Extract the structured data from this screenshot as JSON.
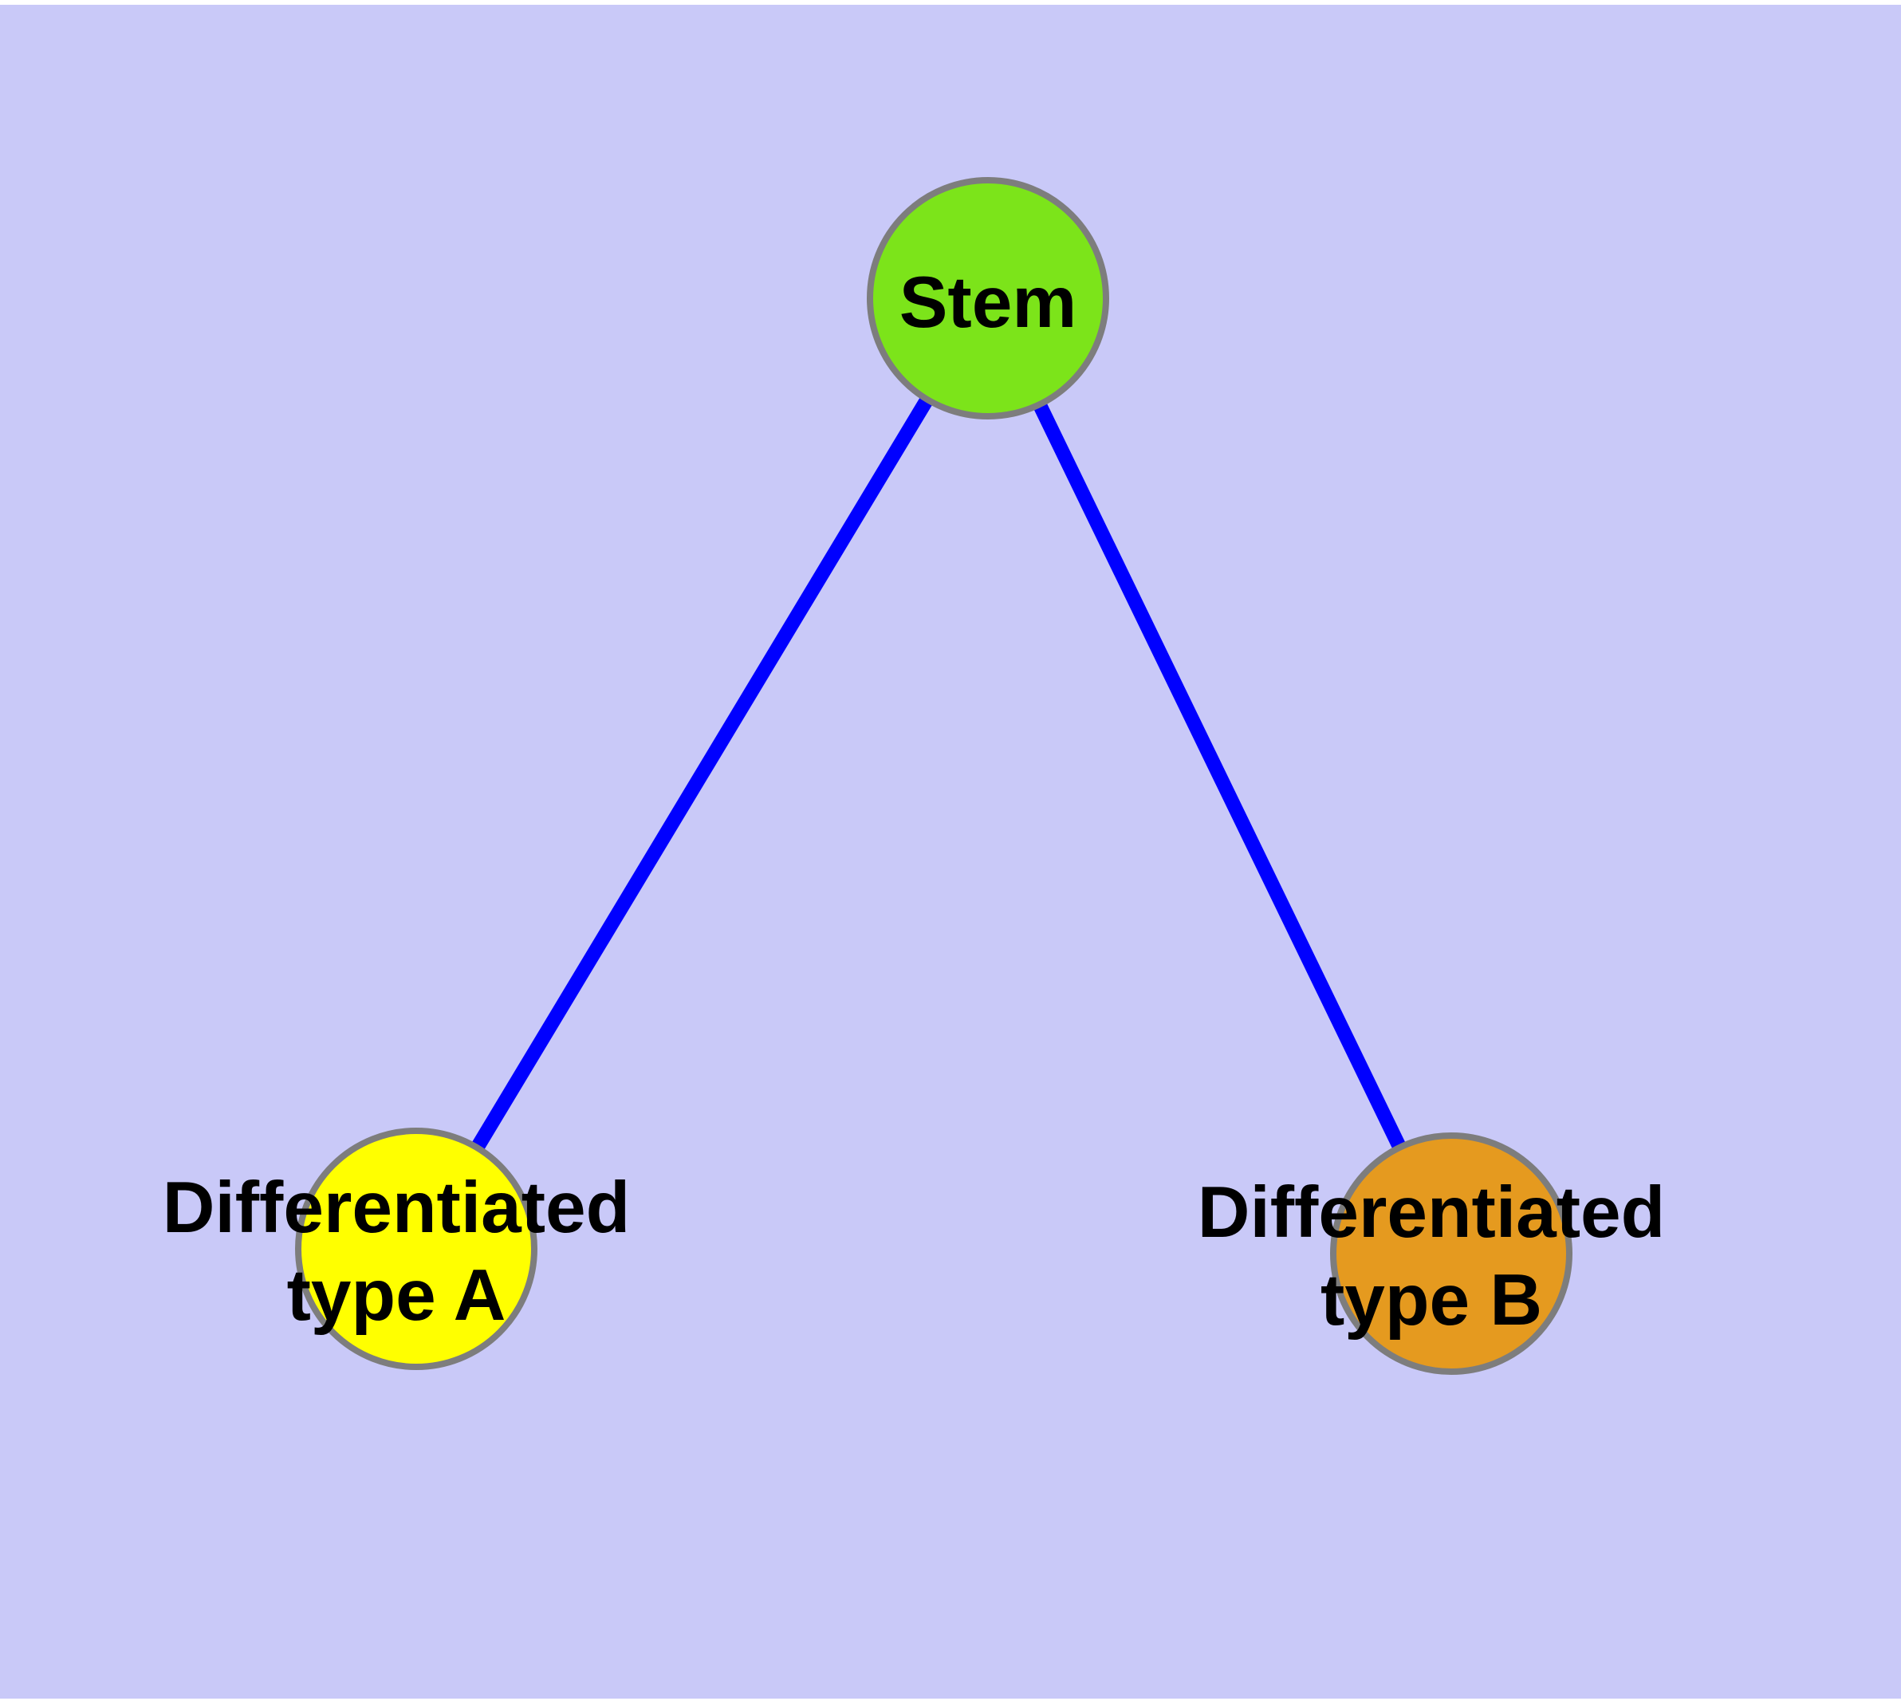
{
  "diagram": {
    "title": "",
    "background_color": "#C9C9F8",
    "node_border_color": "#7D7D7D",
    "edge_color": "#0000FF",
    "label_color": "#000000",
    "nodes": [
      {
        "id": "stem",
        "lines": [
          "Stem"
        ],
        "label": "Stem",
        "fill": "#7CE41A"
      },
      {
        "id": "differentiated-type-a",
        "lines": [
          "Differentiated",
          "type A"
        ],
        "label": "Differentiated type A",
        "fill": "#FFFF00"
      },
      {
        "id": "differentiated-type-b",
        "lines": [
          "Differentiated",
          "type B"
        ],
        "label": "Differentiated type B",
        "fill": "#E59A1F"
      }
    ],
    "edges": [
      {
        "from": "Stem",
        "to": "Differentiated type A"
      },
      {
        "from": "Stem",
        "to": "Differentiated type B"
      }
    ]
  }
}
